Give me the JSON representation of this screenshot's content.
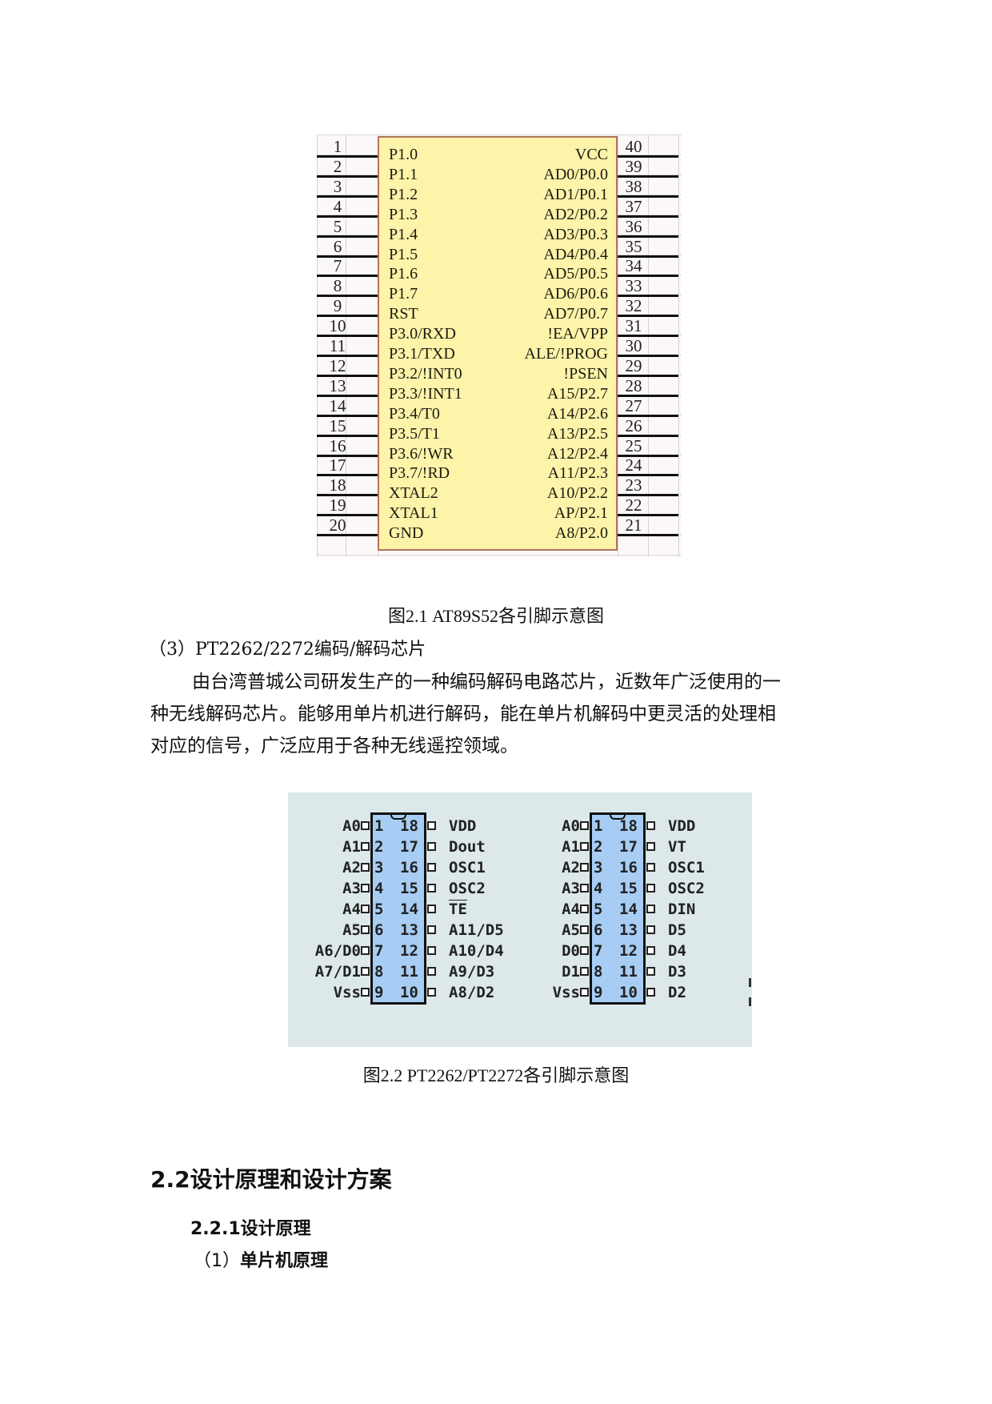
{
  "figure1": {
    "caption": "图2.1 AT89S52各引脚示意图",
    "chip": "AT89S52",
    "left_pins": [
      {
        "num": "1",
        "label": "P1.0"
      },
      {
        "num": "2",
        "label": "P1.1"
      },
      {
        "num": "3",
        "label": "P1.2"
      },
      {
        "num": "4",
        "label": "P1.3"
      },
      {
        "num": "5",
        "label": "P1.4"
      },
      {
        "num": "6",
        "label": "P1.5"
      },
      {
        "num": "7",
        "label": "P1.6"
      },
      {
        "num": "8",
        "label": "P1.7"
      },
      {
        "num": "9",
        "label": "RST"
      },
      {
        "num": "10",
        "label": "P3.0/RXD"
      },
      {
        "num": "11",
        "label": "P3.1/TXD"
      },
      {
        "num": "12",
        "label": "P3.2/!INT0"
      },
      {
        "num": "13",
        "label": "P3.3/!INT1"
      },
      {
        "num": "14",
        "label": "P3.4/T0"
      },
      {
        "num": "15",
        "label": "P3.5/T1"
      },
      {
        "num": "16",
        "label": "P3.6/!WR"
      },
      {
        "num": "17",
        "label": "P3.7/!RD"
      },
      {
        "num": "18",
        "label": "XTAL2"
      },
      {
        "num": "19",
        "label": "XTAL1"
      },
      {
        "num": "20",
        "label": "GND"
      }
    ],
    "right_pins": [
      {
        "num": "40",
        "label": "VCC"
      },
      {
        "num": "39",
        "label": "AD0/P0.0"
      },
      {
        "num": "38",
        "label": "AD1/P0.1"
      },
      {
        "num": "37",
        "label": "AD2/P0.2"
      },
      {
        "num": "36",
        "label": "AD3/P0.3"
      },
      {
        "num": "35",
        "label": "AD4/P0.4"
      },
      {
        "num": "34",
        "label": "AD5/P0.5"
      },
      {
        "num": "33",
        "label": "AD6/P0.6"
      },
      {
        "num": "32",
        "label": "AD7/P0.7"
      },
      {
        "num": "31",
        "label": "!EA/VPP"
      },
      {
        "num": "30",
        "label": "ALE/!PROG"
      },
      {
        "num": "29",
        "label": "!PSEN"
      },
      {
        "num": "28",
        "label": "A15/P2.7"
      },
      {
        "num": "27",
        "label": "A14/P2.6"
      },
      {
        "num": "26",
        "label": "A13/P2.5"
      },
      {
        "num": "25",
        "label": "A12/P2.4"
      },
      {
        "num": "24",
        "label": "A11/P2.3"
      },
      {
        "num": "23",
        "label": "A10/P2.2"
      },
      {
        "num": "22",
        "label": "AP/P2.1"
      },
      {
        "num": "21",
        "label": "A8/P2.0"
      }
    ]
  },
  "section3": {
    "heading": "（3）PT2262/2272编码/解码芯片",
    "paragraph_lines": [
      "由台湾普城公司研发生产的一种编码解码电路芯片，近数年广泛使用的一",
      "种无线解码芯片。能够用单片机进行解码，能在单片机解码中更灵活的处理相",
      "对应的信号，广泛应用于各种无线遥控领域。"
    ]
  },
  "figure2": {
    "caption": "图2.2 PT2262/PT2272各引脚示意图",
    "chips": [
      {
        "name": "PT2262",
        "left": [
          {
            "num": "1",
            "label": "A0"
          },
          {
            "num": "2",
            "label": "A1"
          },
          {
            "num": "3",
            "label": "A2"
          },
          {
            "num": "4",
            "label": "A3"
          },
          {
            "num": "5",
            "label": "A4"
          },
          {
            "num": "6",
            "label": "A5"
          },
          {
            "num": "7",
            "label": "A6/D0"
          },
          {
            "num": "8",
            "label": "A7/D1"
          },
          {
            "num": "9",
            "label": "Vss"
          }
        ],
        "right": [
          {
            "num": "18",
            "label": "VDD"
          },
          {
            "num": "17",
            "label": "Dout"
          },
          {
            "num": "16",
            "label": "OSC1"
          },
          {
            "num": "15",
            "label": "OSC2"
          },
          {
            "num": "14",
            "label": "TE",
            "overline": true
          },
          {
            "num": "13",
            "label": "A11/D5"
          },
          {
            "num": "12",
            "label": "A10/D4"
          },
          {
            "num": "11",
            "label": "A9/D3"
          },
          {
            "num": "10",
            "label": "A8/D2"
          }
        ]
      },
      {
        "name": "PT2272",
        "left": [
          {
            "num": "1",
            "label": "A0"
          },
          {
            "num": "2",
            "label": "A1"
          },
          {
            "num": "3",
            "label": "A2"
          },
          {
            "num": "4",
            "label": "A3"
          },
          {
            "num": "5",
            "label": "A4"
          },
          {
            "num": "6",
            "label": "A5"
          },
          {
            "num": "7",
            "label": "D0"
          },
          {
            "num": "8",
            "label": "D1"
          },
          {
            "num": "9",
            "label": "Vss"
          }
        ],
        "right": [
          {
            "num": "18",
            "label": "VDD"
          },
          {
            "num": "17",
            "label": "VT"
          },
          {
            "num": "16",
            "label": "OSC1"
          },
          {
            "num": "15",
            "label": "OSC2"
          },
          {
            "num": "14",
            "label": "DIN"
          },
          {
            "num": "13",
            "label": "D5"
          },
          {
            "num": "12",
            "label": "D4"
          },
          {
            "num": "11",
            "label": "D3"
          },
          {
            "num": "10",
            "label": "D2"
          }
        ]
      }
    ]
  },
  "section22": {
    "heading": "2.2设计原理和设计方案",
    "sub_heading": "2.2.1设计原理",
    "item_prefix": "（1）",
    "item_label": "单片机原理"
  },
  "colors": {
    "chip1_fill": "#fdf3a9",
    "chip1_border": "#b0735a",
    "chip2_fill": "#a8cdf5",
    "fig2_background": "#dce8ea"
  }
}
